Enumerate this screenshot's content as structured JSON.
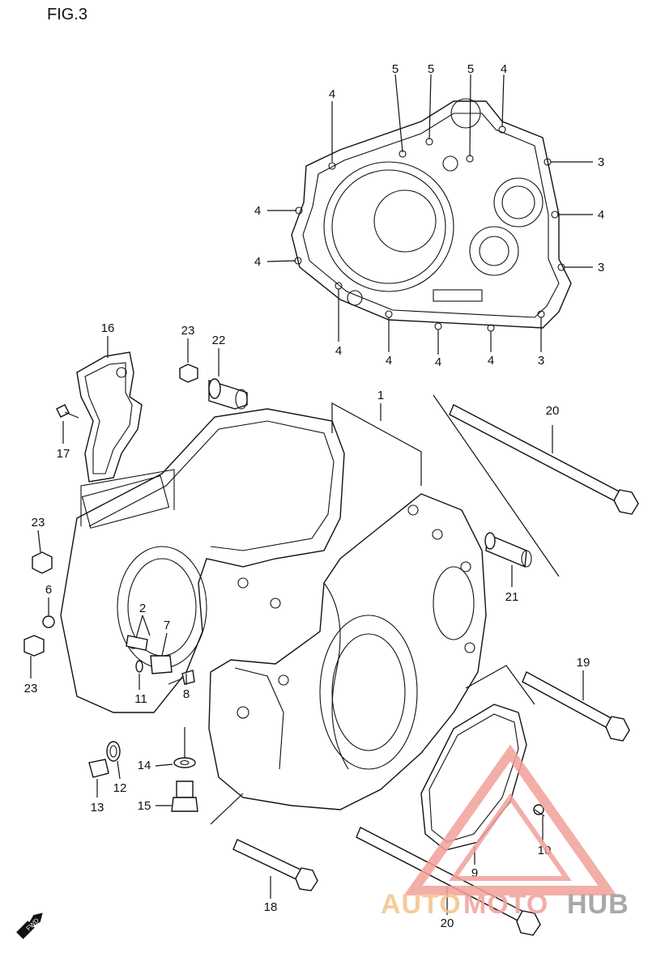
{
  "figure_title": "FIG.3",
  "callouts": [
    "1",
    "2",
    "3",
    "4",
    "5",
    "6",
    "7",
    "8",
    "9",
    "10",
    "11",
    "12",
    "13",
    "14",
    "15",
    "16",
    "17",
    "18",
    "19",
    "20",
    "21",
    "22",
    "23"
  ],
  "direction_badge": "FWD",
  "watermark": {
    "part1": "AUTO",
    "part2": "MOTO",
    "part3": "HUB",
    "color_primary": "#f2a19a",
    "color_accent": "#f4c38a",
    "color_dark": "#9a9a9a"
  }
}
